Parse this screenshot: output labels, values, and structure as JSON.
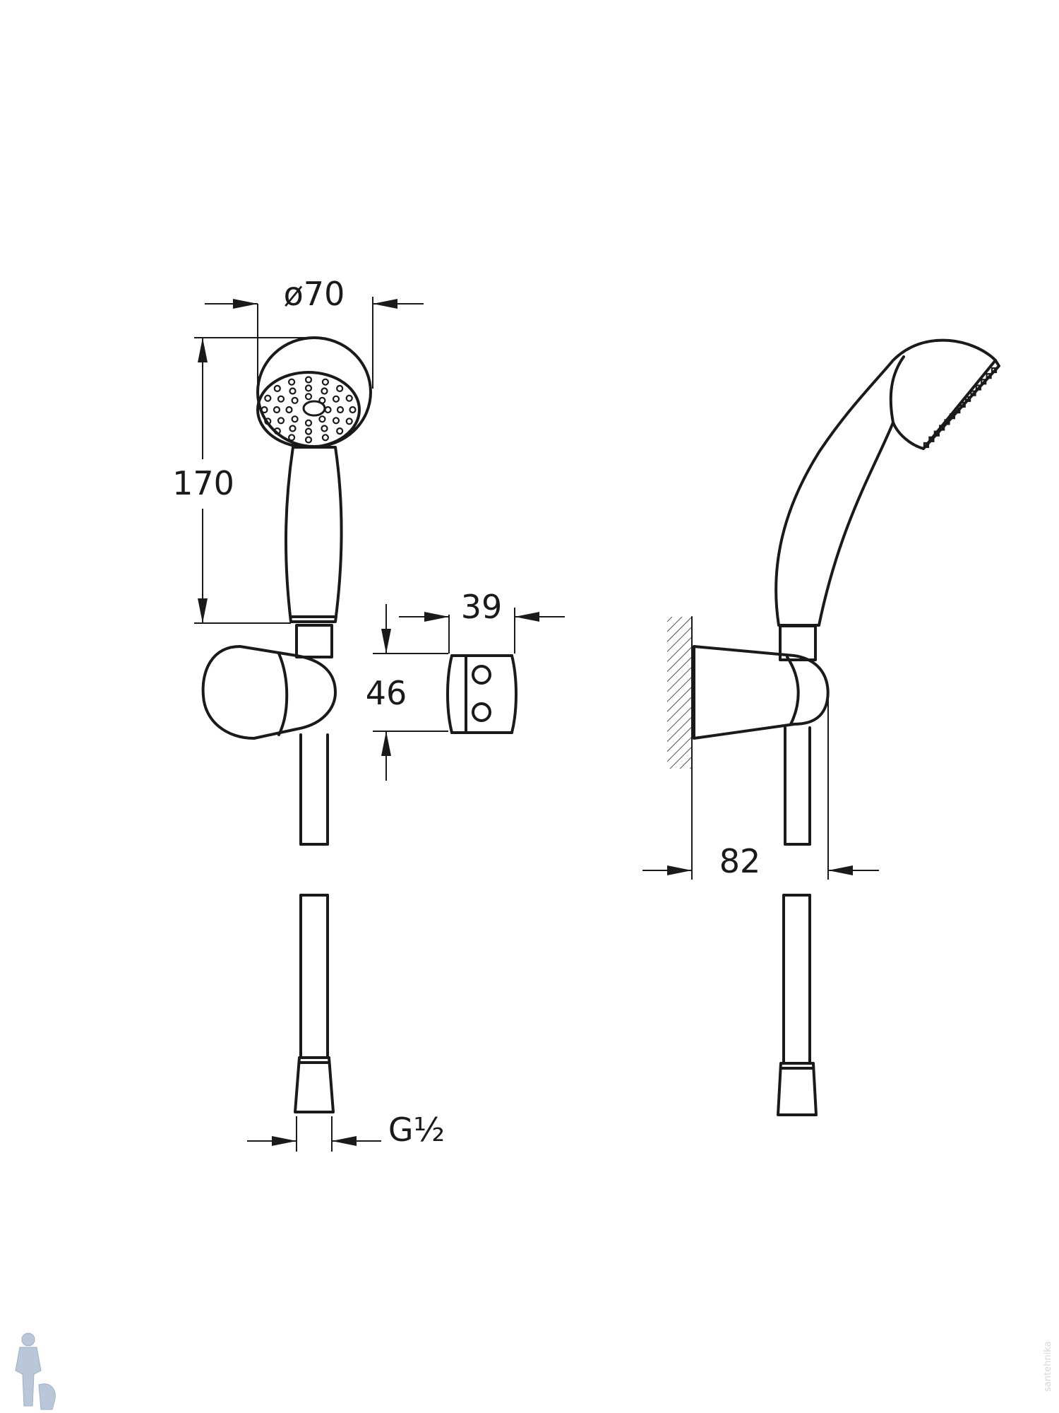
{
  "dimensions": {
    "head_diameter": "ø70",
    "handset_height": "170",
    "holder_width": "39",
    "holder_height": "46",
    "projection": "82",
    "thread": "G½"
  },
  "watermark": "santehnika"
}
